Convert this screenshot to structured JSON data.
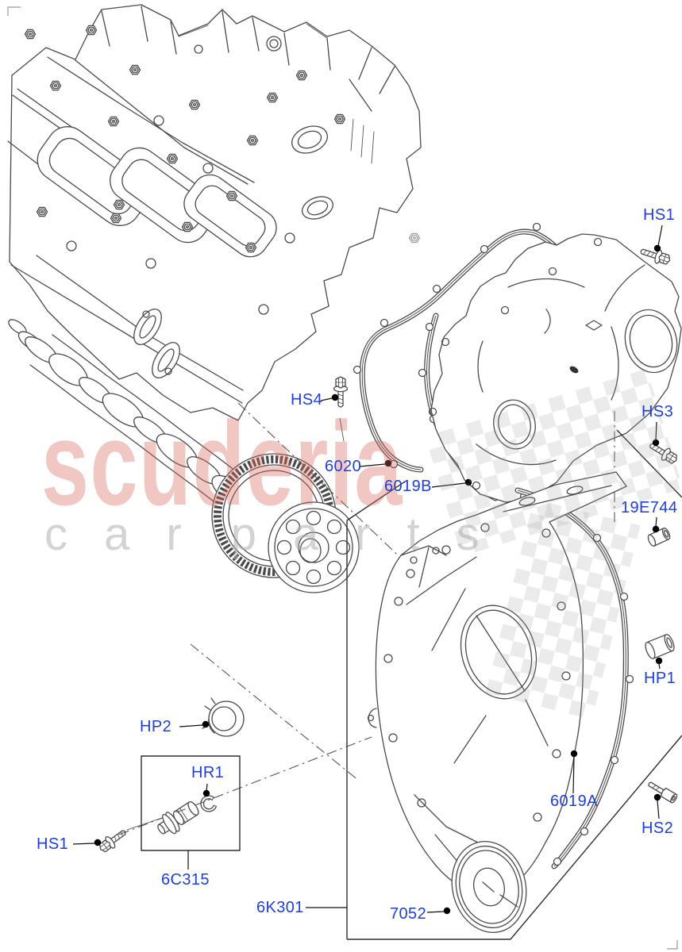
{
  "diagram_kind": "exploded-parts-diagram",
  "colors": {
    "label_blue": "#1e3fdd",
    "line_gray": "#4a4a4a",
    "leader_black": "#111111",
    "watermark_pink": "rgba(216,99,91,0.36)",
    "watermark_gray": "rgba(168,168,168,0.5)"
  },
  "watermark": {
    "line1": "scuderia",
    "line2": "car parts"
  },
  "labels": [
    {
      "id": "hs1-top",
      "text": "HS1"
    },
    {
      "id": "hs4",
      "text": "HS4"
    },
    {
      "id": "p6020",
      "text": "6020"
    },
    {
      "id": "p6019b",
      "text": "6019B"
    },
    {
      "id": "hs3",
      "text": "HS3"
    },
    {
      "id": "p19e744",
      "text": "19E744"
    },
    {
      "id": "hp1",
      "text": "HP1"
    },
    {
      "id": "hp2",
      "text": "HP2"
    },
    {
      "id": "hr1",
      "text": "HR1"
    },
    {
      "id": "p6c315",
      "text": "6C315"
    },
    {
      "id": "hs1-bottom",
      "text": "HS1"
    },
    {
      "id": "p6k301",
      "text": "6K301"
    },
    {
      "id": "p7052",
      "text": "7052"
    },
    {
      "id": "p6019a",
      "text": "6019A"
    },
    {
      "id": "hs2",
      "text": "HS2"
    }
  ]
}
